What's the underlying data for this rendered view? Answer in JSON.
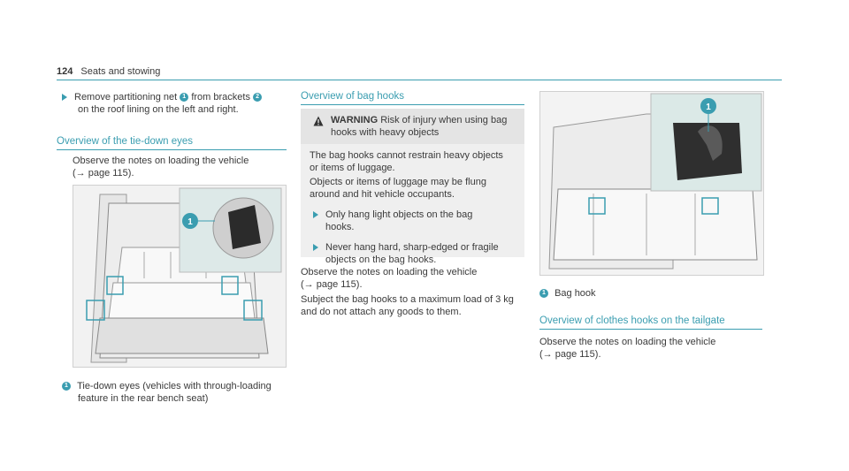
{
  "header": {
    "page_number": "124",
    "section": "Seats and stowing"
  },
  "left": {
    "step_text_before": "Remove partitioning net",
    "step_text_mid": "from brackets",
    "step_text_after": "on the roof lining on the left and right.",
    "badge1": "1",
    "badge2": "2",
    "heading": "Overview of the tie-down eyes",
    "note_line1": "Observe the notes on loading the vehicle",
    "note_line2": "(→ page 115).",
    "figure_badge": "1",
    "caption_badge": "1",
    "caption_line1": "Tie-down eyes (vehicles with through-loading",
    "caption_line2": "feature in the rear bench seat)"
  },
  "middle": {
    "heading": "Overview of bag hooks",
    "warning_label": "WARNING",
    "warning_title_rest": "Risk of injury when using bag",
    "warning_title_line2": "hooks with heavy objects",
    "warning_p1_l1": "The bag hooks cannot restrain heavy objects",
    "warning_p1_l2": "or items of luggage.",
    "warning_p2_l1": "Objects or items of luggage may be flung",
    "warning_p2_l2": "around and hit vehicle occupants.",
    "bullet1_l1": "Only hang light objects on the bag",
    "bullet1_l2": "hooks.",
    "bullet2_l1": "Never hang hard, sharp-edged or fragile",
    "bullet2_l2": "objects on the bag hooks.",
    "note_line1": "Observe the notes on loading the vehicle",
    "note_line2": "(→ page 115).",
    "subject_l1": "Subject the bag hooks to a maximum load of 3 kg",
    "subject_l2": "and do not attach any goods to them."
  },
  "right": {
    "figure_badge": "1",
    "caption_badge": "1",
    "caption": "Bag hook",
    "heading": "Overview of clothes hooks on the tailgate",
    "note_line1": "Observe the notes on loading the vehicle",
    "note_line2": "(→ page 115)."
  },
  "colors": {
    "accent": "#3a9db0",
    "text": "#3a3a3a",
    "warning_bg": "#efefef"
  }
}
